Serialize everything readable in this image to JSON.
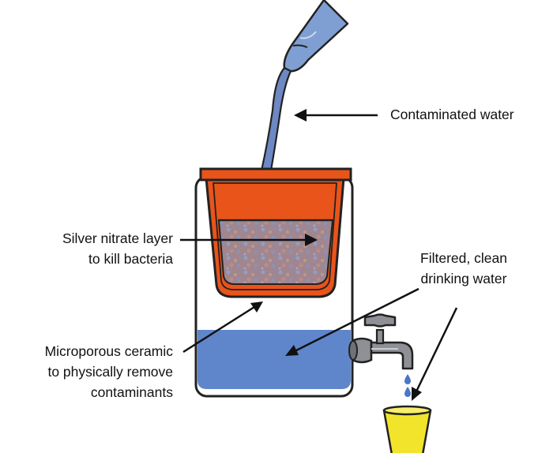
{
  "labels": {
    "contaminated": [
      "Contaminated water"
    ],
    "silver": [
      "Silver nitrate layer",
      "to kill bacteria"
    ],
    "filtered": [
      "Filtered, clean",
      "drinking water"
    ],
    "ceramic": [
      "Microporous ceramic",
      "to physically remove",
      "contaminants"
    ]
  },
  "colors": {
    "water": "#5F86CB",
    "filter_orange": "#E9541A",
    "filter_lining": "#A2868F",
    "cup_yellow": "#F2E42A",
    "tap_gray": "#8E9096",
    "outline": "#222222"
  },
  "icons": {
    "bottle": "bottle-icon",
    "tap": "faucet-icon",
    "cup": "cup-icon"
  }
}
